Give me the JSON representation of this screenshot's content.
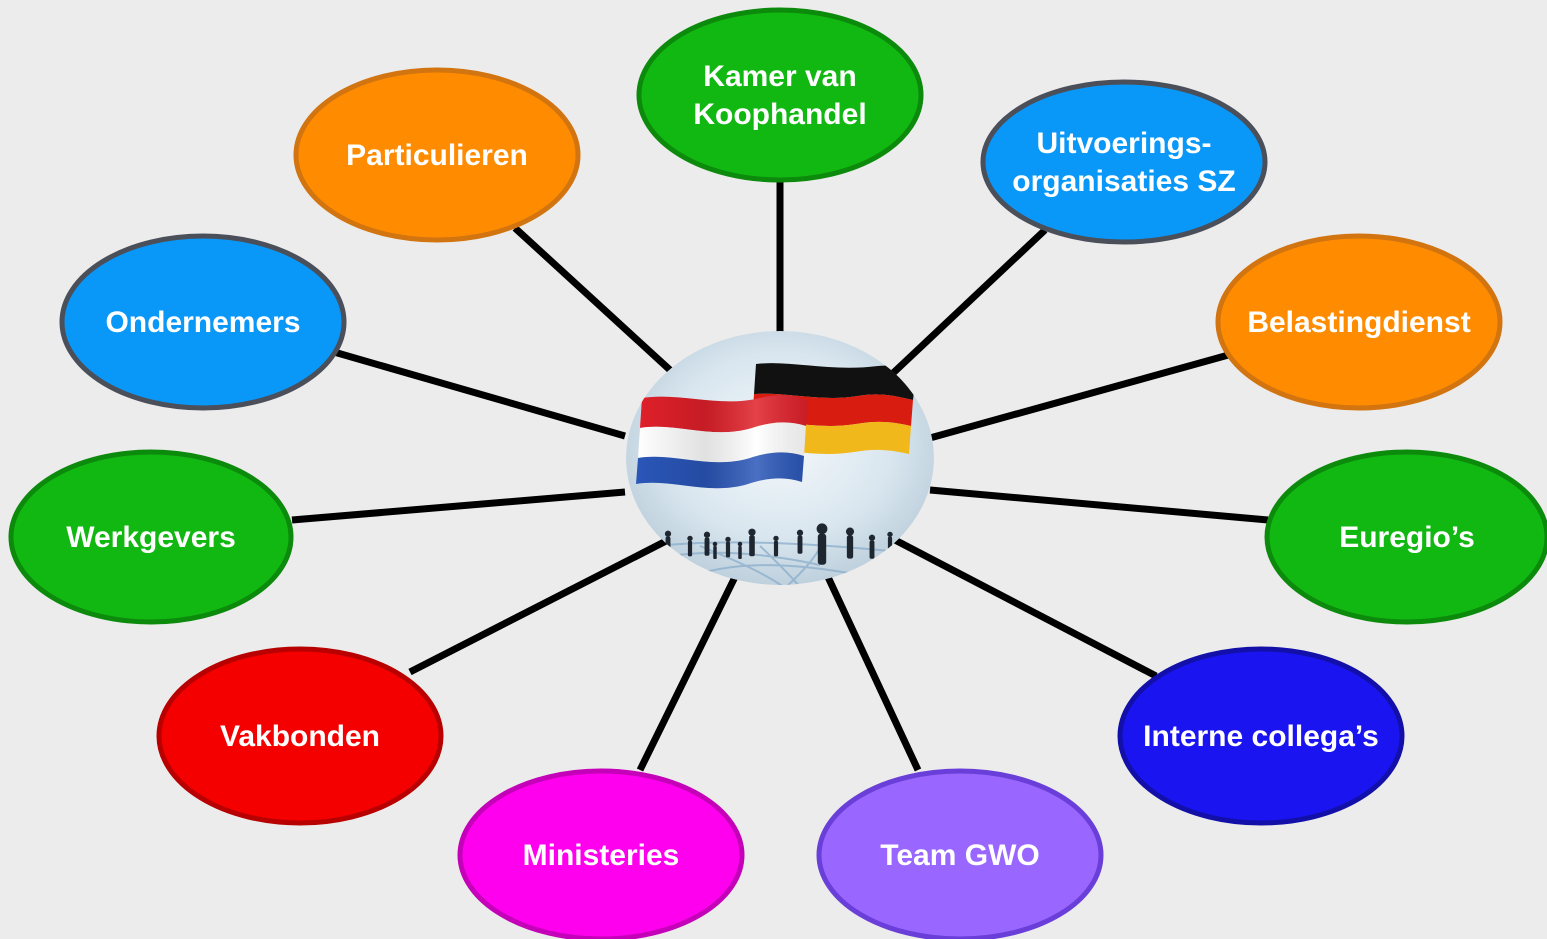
{
  "center": {
    "image": "netherlands-germany-flags-with-people-silhouettes",
    "flags": [
      "Netherlands",
      "Germany"
    ]
  },
  "connector_color": "#000000",
  "nodes": [
    {
      "id": "kvk",
      "lines": [
        "Kamer van",
        "Koophandel"
      ],
      "fill": "#12b812",
      "stroke": "#0c8a0c"
    },
    {
      "id": "uitvoering",
      "lines": [
        "Uitvoerings-",
        "organisaties SZ"
      ],
      "fill": "#0a98f8",
      "stroke": "#4a4f5a"
    },
    {
      "id": "belasting",
      "lines": [
        "Belastingdienst"
      ],
      "fill": "#ff8c00",
      "stroke": "#d27410"
    },
    {
      "id": "euregio",
      "lines": [
        "Euregio’s"
      ],
      "fill": "#12b812",
      "stroke": "#0c8a0c"
    },
    {
      "id": "intern",
      "lines": [
        "Interne collega’s"
      ],
      "fill": "#1a14f0",
      "stroke": "#1210a8"
    },
    {
      "id": "gwo",
      "lines": [
        "Team GWO"
      ],
      "fill": "#9966ff",
      "stroke": "#6a3ed8"
    },
    {
      "id": "ministeries",
      "lines": [
        "Ministeries"
      ],
      "fill": "#ff00ee",
      "stroke": "#c400b8"
    },
    {
      "id": "vakbonden",
      "lines": [
        "Vakbonden"
      ],
      "fill": "#f50000",
      "stroke": "#b80000"
    },
    {
      "id": "werkgevers",
      "lines": [
        "Werkgevers"
      ],
      "fill": "#12b812",
      "stroke": "#0c8a0c"
    },
    {
      "id": "ondernemers",
      "lines": [
        "Ondernemers"
      ],
      "fill": "#0a98f8",
      "stroke": "#4a4f5a"
    },
    {
      "id": "particulieren",
      "lines": [
        "Particulieren"
      ],
      "fill": "#ff8c00",
      "stroke": "#d27410"
    }
  ]
}
